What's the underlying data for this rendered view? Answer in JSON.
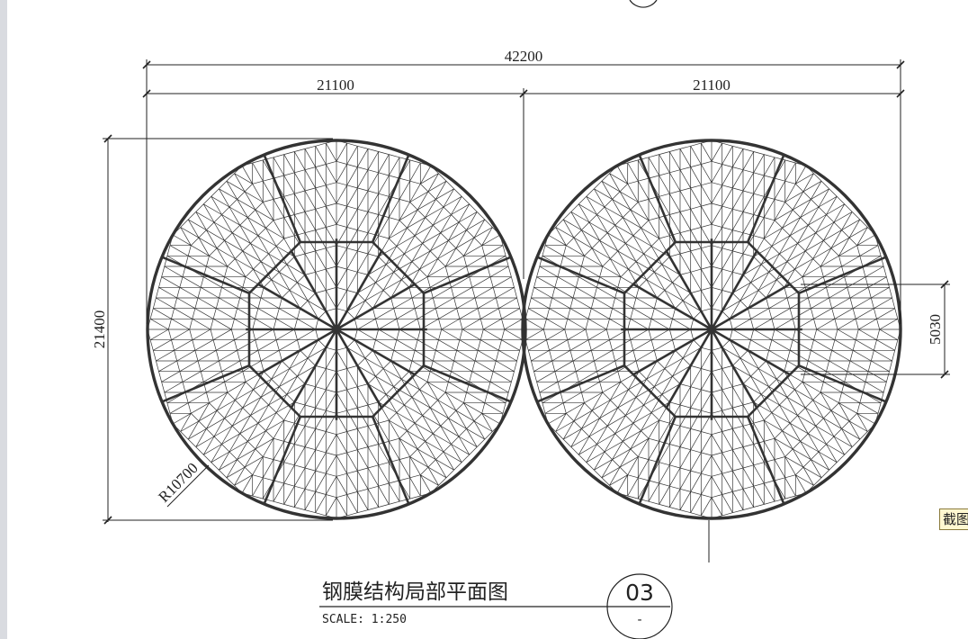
{
  "dimensions": {
    "total_width": "42200",
    "left_width": "21100",
    "right_width": "21100",
    "height": "21400",
    "radius": "R10700",
    "inner_offset": "5030"
  },
  "title_block": {
    "title": "钢膜结构局部平面图",
    "scale": "SCALE: 1:250",
    "drawing_number": "03",
    "sheet": "-"
  },
  "tooltip": {
    "label": "截图"
  }
}
